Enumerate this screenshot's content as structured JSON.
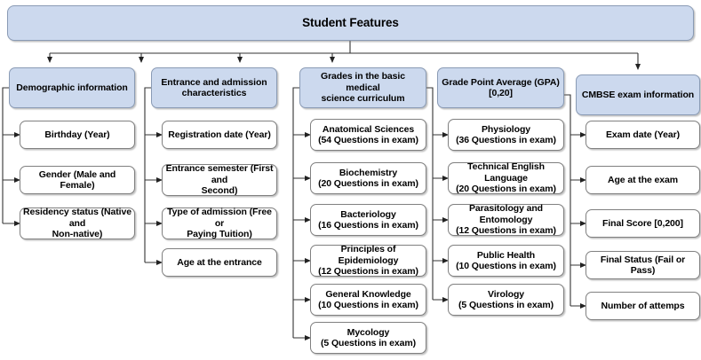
{
  "diagram": {
    "title": "Student Features",
    "type": "hierarchy-tree",
    "colors": {
      "box_fill_primary": "#ccd9ee",
      "box_fill_leaf": "#ffffff",
      "box_border": "#808080",
      "connector": "#333333",
      "text": "#000000",
      "background": "#ffffff"
    },
    "root": {
      "label": "Student Features"
    },
    "branches": [
      {
        "id": "demographic",
        "header": "Demographic information",
        "leaves": [
          "Birthday (Year)",
          "Gender (Male and Female)",
          "Residency status (Native and\nNon-native)"
        ]
      },
      {
        "id": "entrance",
        "header": "Entrance and admission\ncharacteristics",
        "leaves": [
          "Registration date (Year)",
          "Entrance semester (First and\nSecond)",
          "Type of admission (Free or\nPaying Tuition)",
          "Age at the entrance"
        ]
      },
      {
        "id": "grades",
        "header": "Grades in the basic medical\nscience curriculum",
        "leaves": [
          "Anatomical Sciences\n(54 Questions in exam)",
          "Biochemistry\n(20 Questions in exam)",
          "Bacteriology\n(16 Questions in exam)",
          "Principles of Epidemiology\n(12 Questions in exam)",
          "General Knowledge\n(10 Questions in exam)",
          "Mycology\n(5 Questions in exam)"
        ]
      },
      {
        "id": "gpa",
        "header": "Grade Point Average (GPA)\n[0,20]",
        "leaves": [
          "Physiology\n(36 Questions in exam)",
          "Technical English Language\n(20 Questions in exam)",
          "Parasitology and Entomology\n(12 Questions in exam)",
          "Public Health\n(10 Questions in exam)",
          "Virology\n(5 Questions in exam)"
        ]
      },
      {
        "id": "cmbse",
        "header": "CMBSE exam information",
        "leaves": [
          "Exam date (Year)",
          "Age at the exam",
          "Final Score [0,200]",
          "Final Status (Fail or Pass)",
          "Number of attemps"
        ]
      }
    ]
  }
}
